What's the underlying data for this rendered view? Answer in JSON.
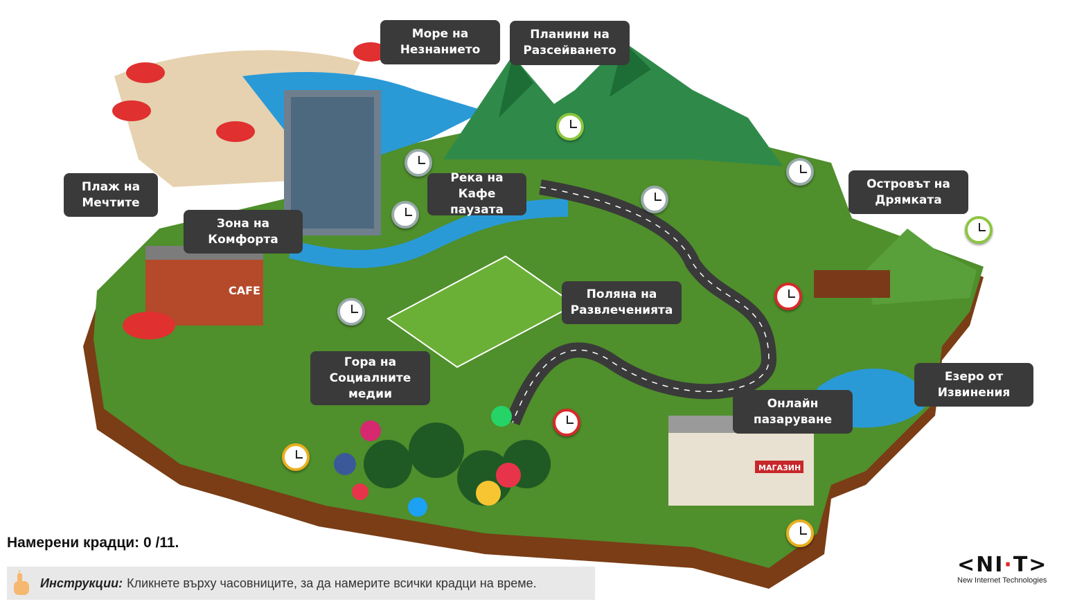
{
  "map": {
    "locations": [
      {
        "id": "sea",
        "lines": [
          "Море на",
          "Незнанието"
        ]
      },
      {
        "id": "mountains",
        "lines": [
          "Планини на",
          "Разсейването"
        ]
      },
      {
        "id": "beach",
        "lines": [
          "Плаж на",
          "Мечтите"
        ]
      },
      {
        "id": "comfort",
        "lines": [
          "Зона на",
          "Комфорта"
        ]
      },
      {
        "id": "river",
        "lines": [
          "Река на Кафе",
          "паузата"
        ]
      },
      {
        "id": "island",
        "lines": [
          "Островът на",
          "Дрямката"
        ]
      },
      {
        "id": "meadow",
        "lines": [
          "Поляна на",
          "Развлеченията"
        ]
      },
      {
        "id": "forest",
        "lines": [
          "Гора на",
          "Социалните",
          "медии"
        ]
      },
      {
        "id": "lake",
        "lines": [
          "Езеро от",
          "Извинения"
        ]
      },
      {
        "id": "shopping",
        "lines": [
          "Онлайн",
          "пазаруване"
        ]
      }
    ],
    "cafe_sign": "CAFE",
    "shop_sign": "МАГАЗИН",
    "clock_count": 11
  },
  "status": {
    "counter": "Намерени крадци: 0 /11."
  },
  "instructions": {
    "label": "Инструкции:",
    "text": "Кликнете върху часовниците, за да намерите всички крадци на време."
  },
  "logo": {
    "mark": "<NIT>",
    "name": "New Internet Technologies"
  },
  "colors": {
    "grass": "#4f8f2c",
    "soil": "#8a4b1f",
    "water": "#2a9ad6",
    "label_bg": "#3a3a3a",
    "mountain": "#2f8a4a"
  }
}
